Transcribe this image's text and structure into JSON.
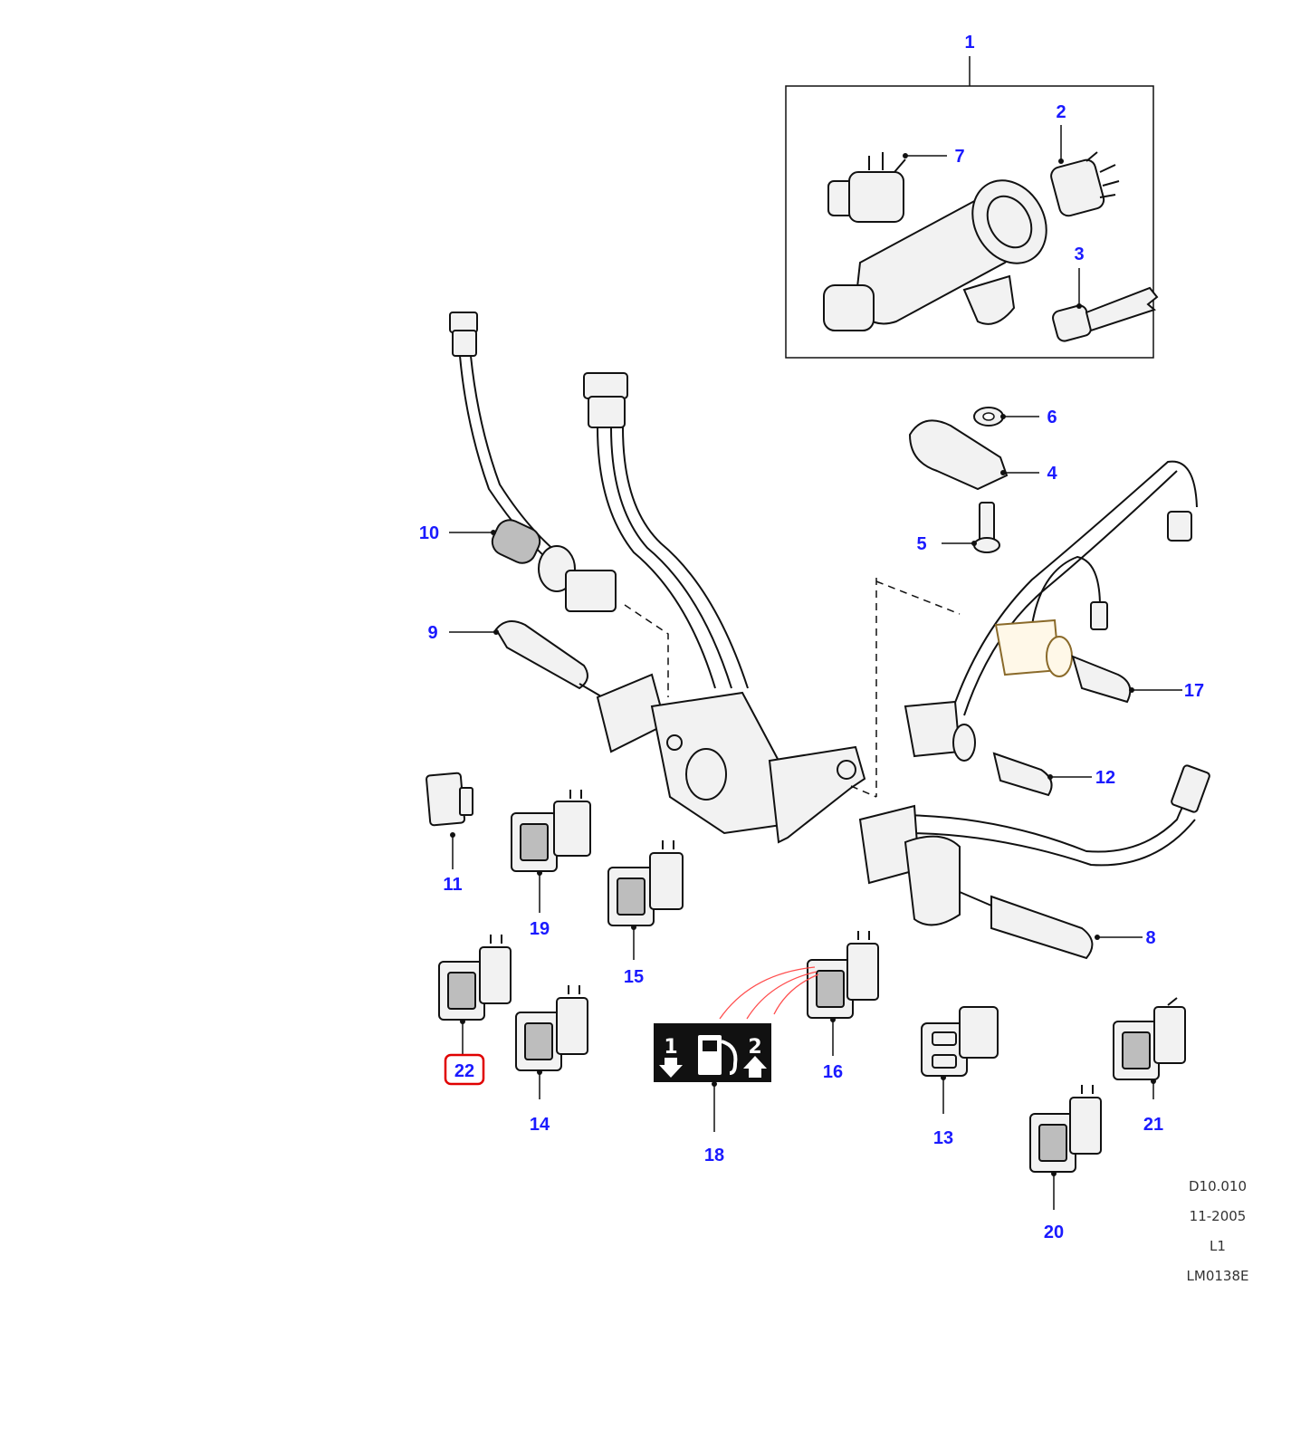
{
  "callouts": {
    "c1": "1",
    "c2": "2",
    "c3": "3",
    "c4": "4",
    "c5": "5",
    "c6": "6",
    "c7": "7",
    "c8": "8",
    "c9": "9",
    "c10": "10",
    "c11": "11",
    "c12": "12",
    "c13": "13",
    "c14": "14",
    "c15": "15",
    "c16": "16",
    "c17": "17",
    "c18": "18",
    "c19": "19",
    "c20": "20",
    "c21": "21",
    "c22": "22"
  },
  "highlighted_callout": "22",
  "label_18": {
    "gear_down": "1",
    "gear_up": "2",
    "fuel_icon": "fuel-pump-icon"
  },
  "reference": {
    "drawing_code": "D10.010",
    "date": "11-2005",
    "revision": "L1",
    "illustration_id": "LM0138E"
  },
  "colors": {
    "callout_text": "#1a1aff",
    "highlight_box": "#e00000",
    "linework": "#111111",
    "annotation_lines": "#ff4d4d"
  }
}
